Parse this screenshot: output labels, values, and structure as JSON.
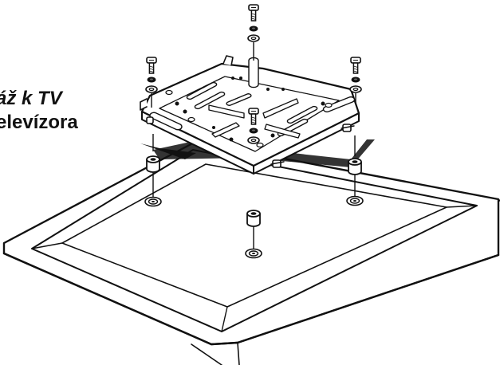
{
  "heading": {
    "line1": "áž k TV",
    "line2": "elevízora"
  },
  "colors": {
    "ink": "#111111",
    "paper": "#ffffff",
    "shade": "#e6e6e6"
  },
  "illustration": {
    "subject": "tv-rear-with-wall-mount-bracket",
    "hardware": [
      "screw",
      "washer",
      "spacer"
    ]
  }
}
